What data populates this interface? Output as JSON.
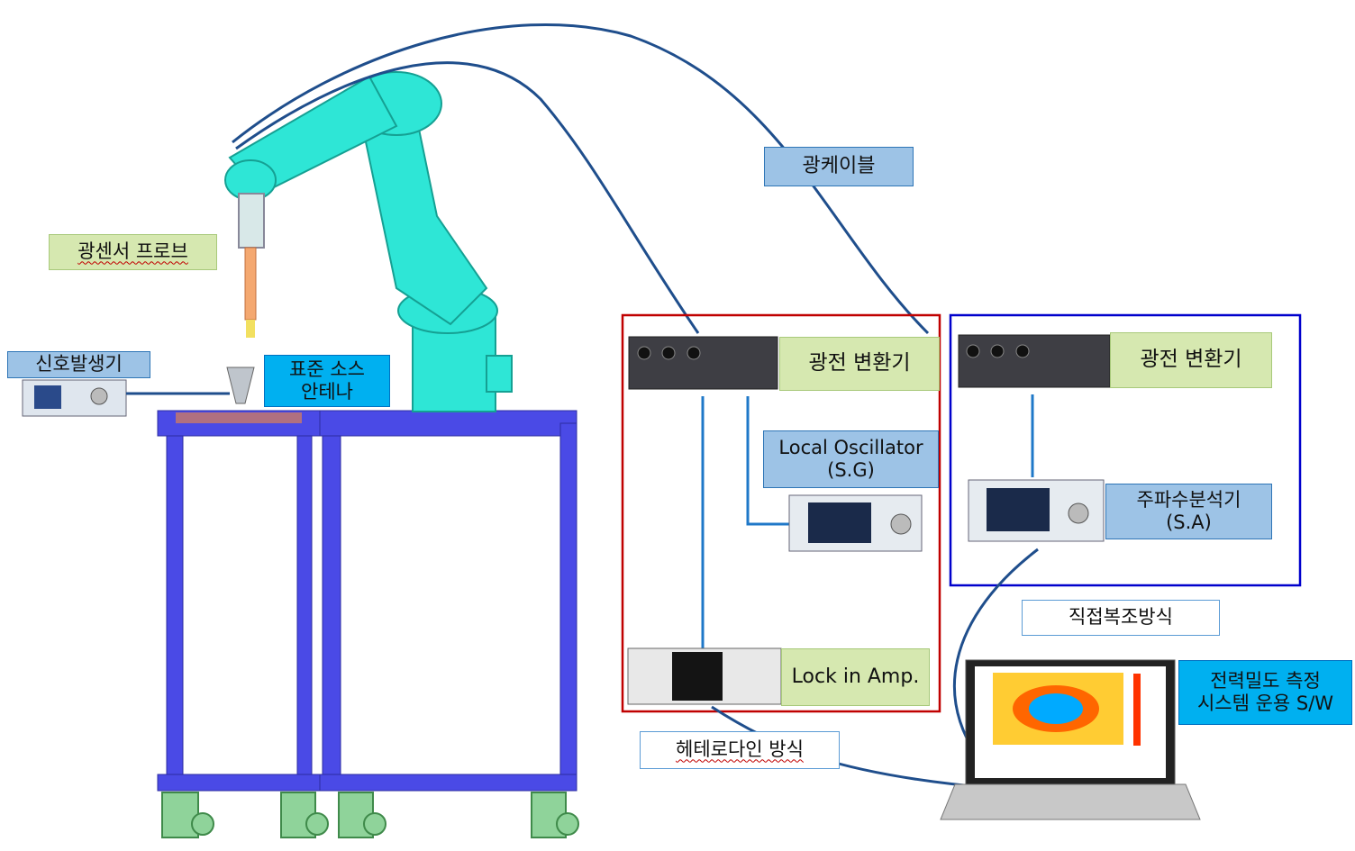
{
  "labels": {
    "optical_cable": "광케이블",
    "optical_sensor_probe": "광센서 프로브",
    "signal_generator": "신호발생기",
    "standard_source_antenna": "표준 소스\n안테나",
    "converter_left": "광전 변환기",
    "converter_right": "광전 변환기",
    "local_oscillator": "Local Oscillator\n(S.G)",
    "spectrum_analyzer": "주파수분석기\n(S.A)",
    "lock_in_amp": "Lock in Amp.",
    "direct_modulation": "직접복조방식",
    "heterodyne": "헤테로다인 방식",
    "software": "전력밀도 측정\n시스템 운용 S/W"
  },
  "colors": {
    "robot": "#2ee6d6",
    "robot_outline": "#1aa89c",
    "table_blue": "#4a4ae6",
    "table_top": "#b07080",
    "cable": "#1f4e8c",
    "red_box": "#c00000",
    "blue_box": "#0000cc",
    "wheel": "#7fc78a"
  }
}
